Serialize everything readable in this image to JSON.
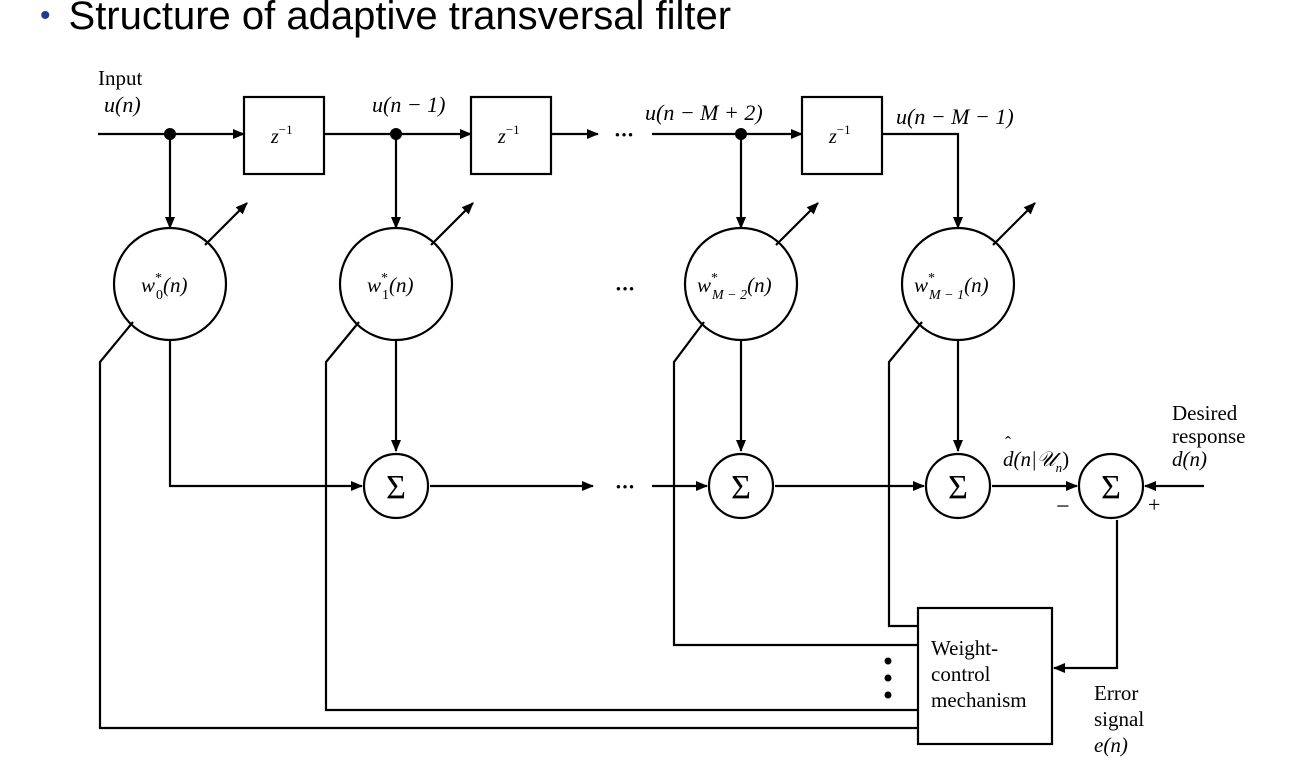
{
  "title": "Structure of adaptive transversal filter",
  "input": {
    "label": "Input",
    "signal": "u(n)"
  },
  "delay": {
    "label": "z",
    "exp": "−1"
  },
  "taps": {
    "t1": "u(n − 1)",
    "t2": "u(n − M + 2)",
    "t3": "u(n − M − 1)"
  },
  "weights": [
    {
      "base": "w",
      "sup": "*",
      "sub": "0",
      "tail": "(n)"
    },
    {
      "base": "w",
      "sup": "*",
      "sub": "1",
      "tail": "(n)"
    },
    {
      "base": "w",
      "sup": "*",
      "sub": "M − 2",
      "tail": "(n)"
    },
    {
      "base": "w",
      "sup": "*",
      "sub": "M − 1",
      "tail": "(n)"
    }
  ],
  "sum_symbol": "Σ",
  "ellipsis": "•••",
  "estimate": {
    "hat": "ˆ",
    "base": "d",
    "rest": "(n|𝒰",
    "sub": "n",
    "close": ")"
  },
  "desired": {
    "line1": "Desired",
    "line2": "response",
    "line3": "d(n)"
  },
  "minus": "−",
  "plus": "+",
  "weight_control": {
    "line1": "Weight-",
    "line2": "control",
    "line3": "mechanism"
  },
  "error": {
    "line1": "Error",
    "line2": "signal",
    "line3": "e(n)"
  }
}
